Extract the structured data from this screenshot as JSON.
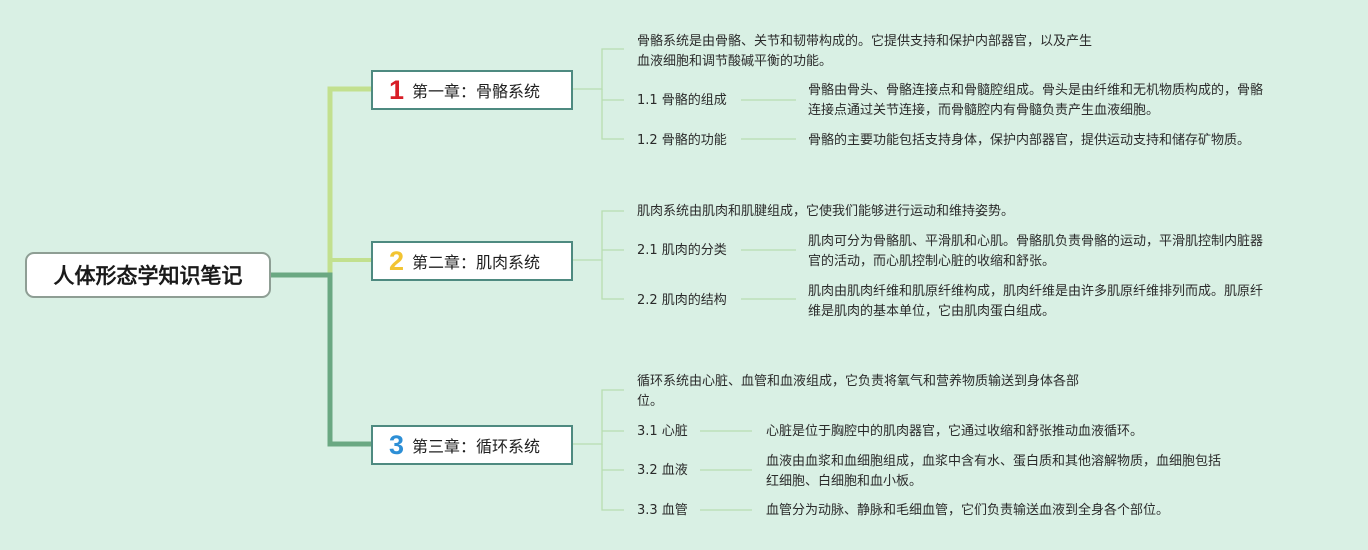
{
  "title": "人体形态学知识笔记",
  "colors": {
    "background": "#d9f0e4",
    "chapter_1_number": "#d81e27",
    "chapter_2_number": "#f2c432",
    "chapter_3_number": "#2d8fd6",
    "branch_light": "#c2e08e",
    "branch_dark": "#6aa882",
    "leaf_line": "#b8ddb0"
  },
  "chapters": [
    {
      "number": "1",
      "label": "第一章：骨骼系统",
      "summary_lines": [
        "骨骼系统是由骨骼、关节和韧带构成的。它提供支持和保护内部器官，以及产生",
        "血液细胞和调节酸碱平衡的功能。"
      ],
      "sections": [
        {
          "label": "1.1 骨骼的组成",
          "lines": [
            "骨骼由骨头、骨骼连接点和骨髓腔组成。骨头是由纤维和无机物质构成的，骨骼",
            "连接点通过关节连接，而骨髓腔内有骨髓负责产生血液细胞。"
          ]
        },
        {
          "label": "1.2 骨骼的功能",
          "lines": [
            "骨骼的主要功能包括支持身体，保护内部器官，提供运动支持和储存矿物质。"
          ]
        }
      ]
    },
    {
      "number": "2",
      "label": "第二章：肌肉系统",
      "summary_lines": [
        "肌肉系统由肌肉和肌腱组成，它使我们能够进行运动和维持姿势。"
      ],
      "sections": [
        {
          "label": "2.1 肌肉的分类",
          "lines": [
            "肌肉可分为骨骼肌、平滑肌和心肌。骨骼肌负责骨骼的运动，平滑肌控制内脏器",
            "官的活动，而心肌控制心脏的收缩和舒张。"
          ]
        },
        {
          "label": "2.2 肌肉的结构",
          "lines": [
            "肌肉由肌肉纤维和肌原纤维构成，肌肉纤维是由许多肌原纤维排列而成。肌原纤",
            "维是肌肉的基本单位，它由肌肉蛋白组成。"
          ]
        }
      ]
    },
    {
      "number": "3",
      "label": "第三章：循环系统",
      "summary_lines": [
        "循环系统由心脏、血管和血液组成，它负责将氧气和营养物质输送到身体各部",
        "位。"
      ],
      "sections": [
        {
          "label": "3.1 心脏",
          "lines": [
            "心脏是位于胸腔中的肌肉器官，它通过收缩和舒张推动血液循环。"
          ]
        },
        {
          "label": "3.2 血液",
          "lines": [
            "血液由血浆和血细胞组成，血浆中含有水、蛋白质和其他溶解物质，血细胞包括",
            "红细胞、白细胞和血小板。"
          ]
        },
        {
          "label": "3.3 血管",
          "lines": [
            "血管分为动脉、静脉和毛细血管，它们负责输送血液到全身各个部位。"
          ]
        }
      ]
    }
  ]
}
